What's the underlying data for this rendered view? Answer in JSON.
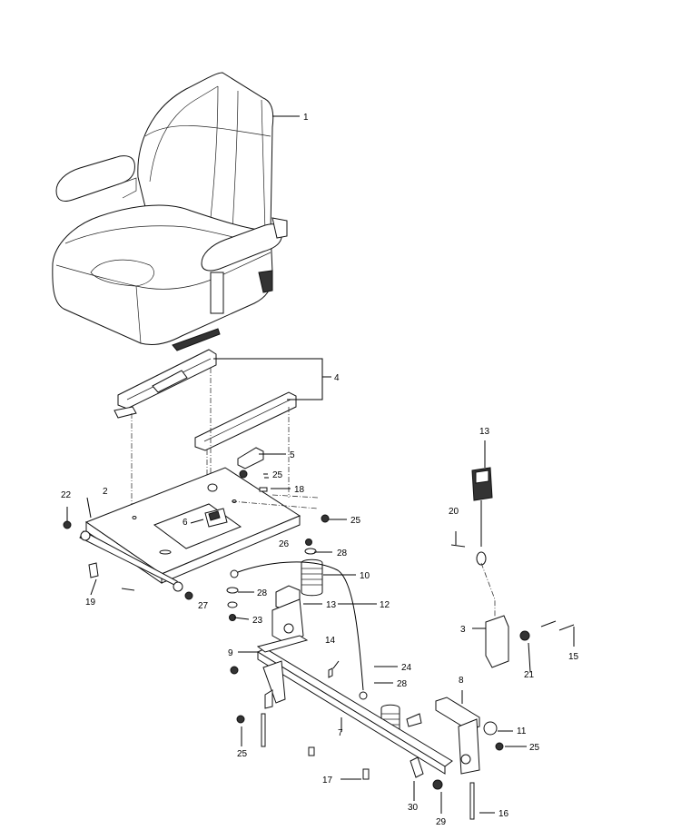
{
  "diagram": {
    "callouts": {
      "c1": "1",
      "c2": "2",
      "c3": "3",
      "c4": "4",
      "c5": "5",
      "c6": "6",
      "c7": "7",
      "c8": "8",
      "c9": "9",
      "c10": "10",
      "c11": "11",
      "c12": "12",
      "c13a": "13",
      "c13b": "13",
      "c14": "14",
      "c15": "15",
      "c16": "16",
      "c17": "17",
      "c18": "18",
      "c19": "19",
      "c20": "20",
      "c21": "21",
      "c22": "22",
      "c23": "23",
      "c24": "24",
      "c25a": "25",
      "c25b": "25",
      "c25c": "25",
      "c25d": "25",
      "c26": "26",
      "c27": "27",
      "c28a": "28",
      "c28b": "28",
      "c28c": "28",
      "c29": "29",
      "c30": "30"
    }
  }
}
